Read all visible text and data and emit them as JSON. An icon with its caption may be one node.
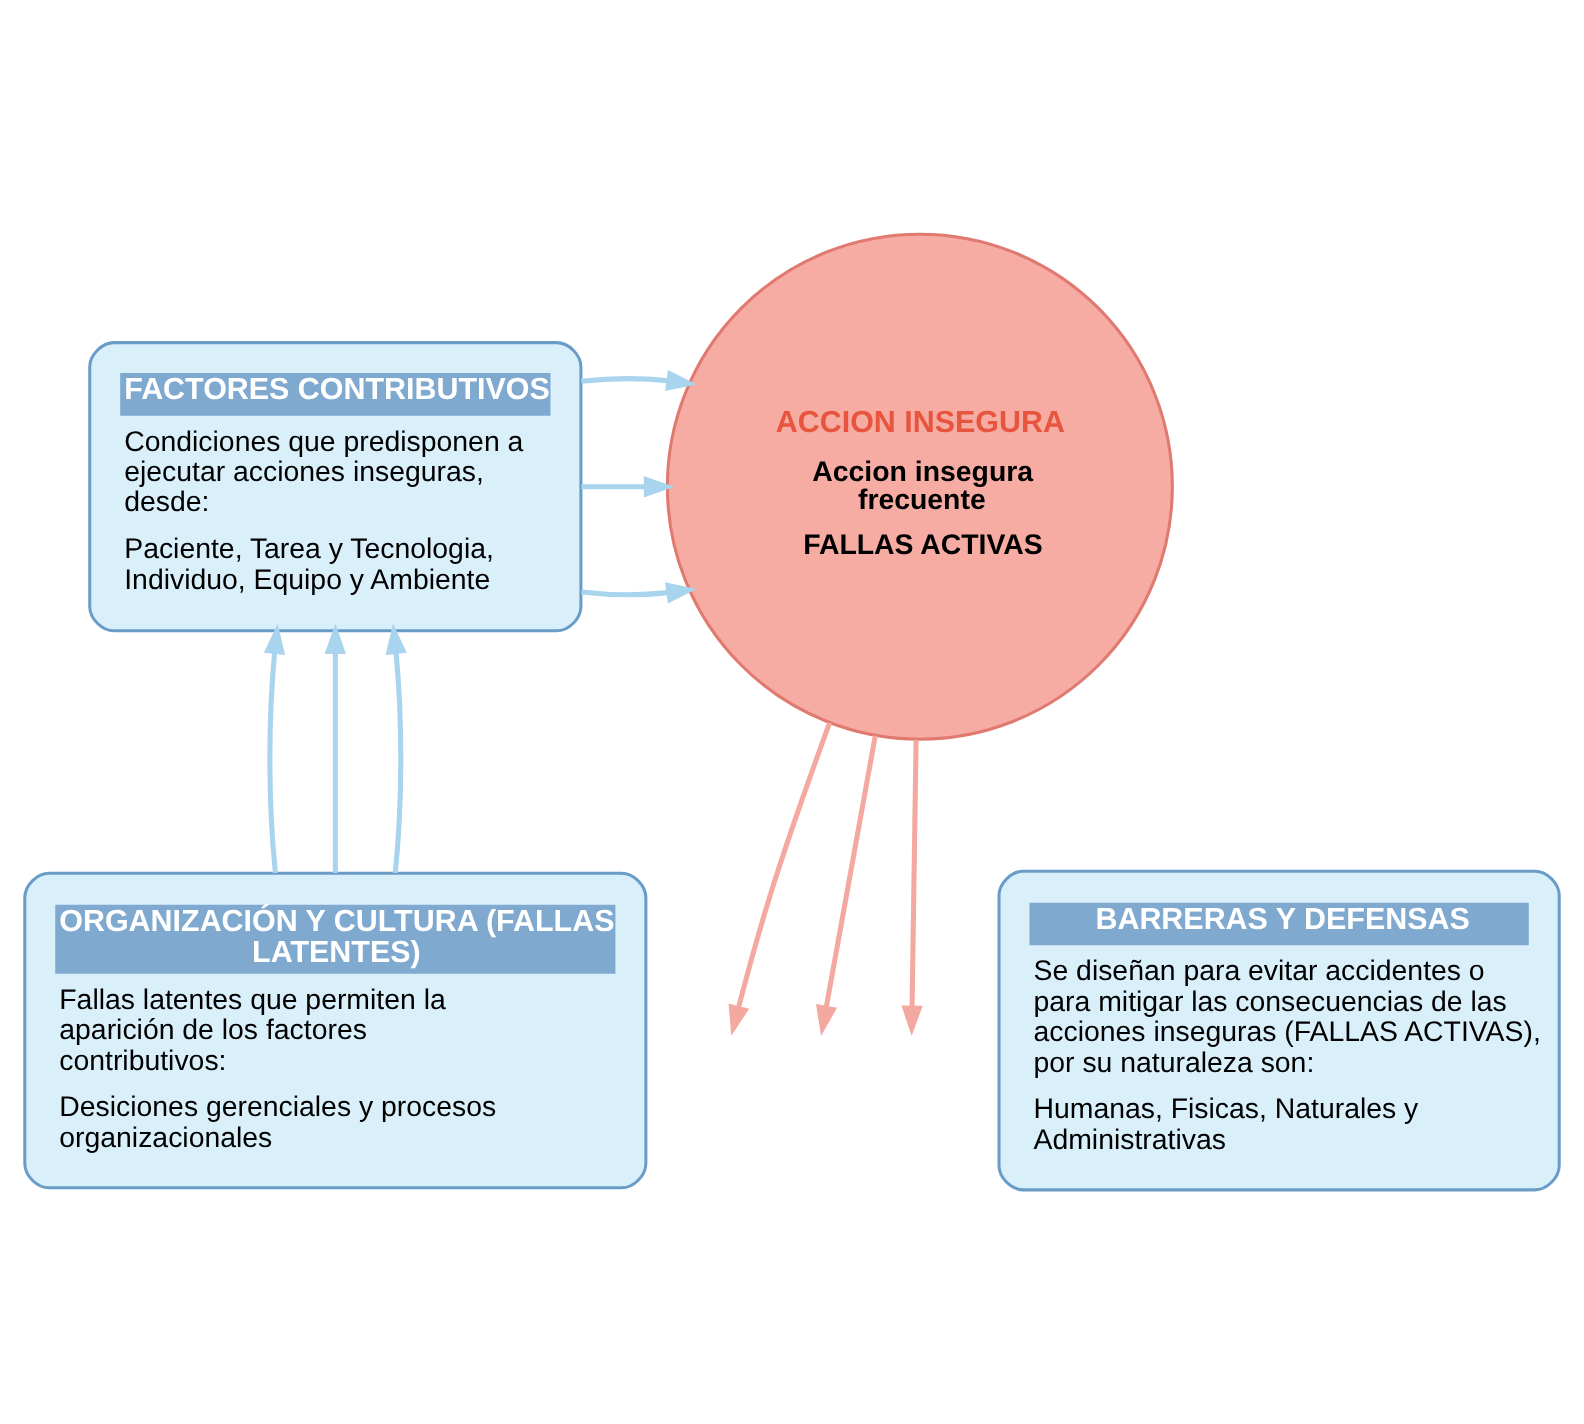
{
  "diagram": {
    "nodes": [
      {
        "text": [
          "FACTORES CONTRIBUTIVOS",
          "Condiciones que predisponen a ejecutar acciones inseguras, desde:",
          "Paciente, Tarea y Tecnologia, Individuo, Equipo y Ambiente"
        ]
      },
      {
        "text": [
          "ACCION INSEGURA",
          "Accion insegura frecuente",
          "FALLAS ACTIVAS"
        ]
      },
      {
        "text": [
          "ORGANIZACIÓN Y CULTURA (FALLAS LATENTES)",
          "Fallas latentes que permiten la aparición de los factores contributivos:",
          "Desiciones gerenciales y procesos organizacionales"
        ]
      },
      {
        "text": [
          "BARRERAS Y DEFENSAS",
          "Se diseñan para evitar accidentes o para mitigar las consecuencias de las acciones inseguras (FALLAS ACTIVAS), por su naturaleza son:",
          "Humanas, Fisicas, Naturales y Administrativas"
        ]
      }
    ],
    "edges": [
      {
        "from": 0,
        "to": 1,
        "arrow": "to"
      },
      {
        "from": 0,
        "to": 1,
        "arrow": "to"
      },
      {
        "from": 0,
        "to": 1,
        "arrow": "to"
      },
      {
        "from": 2,
        "to": 0,
        "arrow": "to"
      },
      {
        "from": 2,
        "to": 0,
        "arrow": "to"
      },
      {
        "from": 2,
        "to": 0,
        "arrow": "to"
      },
      {
        "from": 1,
        "to": null,
        "arrow": "to",
        "color": "#f4a9a0"
      },
      {
        "from": 1,
        "to": null,
        "arrow": "to",
        "color": "#f4a9a0"
      },
      {
        "from": 1,
        "to": null,
        "arrow": "to",
        "color": "#f4a9a0"
      }
    ]
  }
}
